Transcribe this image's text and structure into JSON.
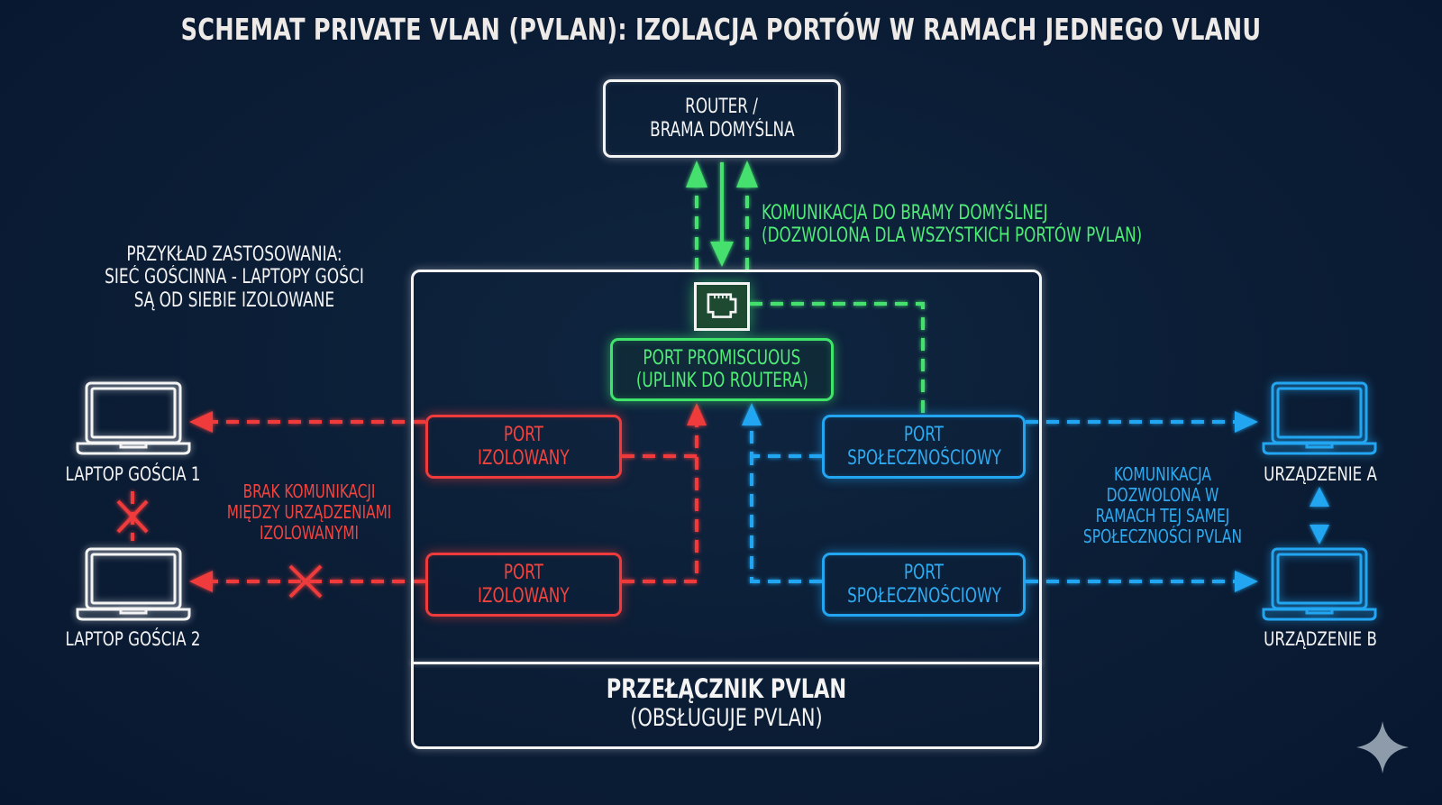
{
  "title": "SCHEMAT PRIVATE VLAN (PVLAN): IZOLACJA PORTÓW W RAMACH JEDNEGO VLANU",
  "router": {
    "line1": "ROUTER /",
    "line2": "BRAMA DOMYŚLNA"
  },
  "gateway_note": {
    "line1": "KOMUNIKACJA DO BRAMY DOMYŚLNEJ",
    "line2": "(DOZWOLONA DLA WSZYSTKICH PORTÓW PVLAN)"
  },
  "use_case": {
    "line1": "PRZYKŁAD ZASTOSOWANIA:",
    "line2": "SIEĆ GOŚCINNA - LAPTOPY GOŚCI",
    "line3": "SĄ OD SIEBIE IZOLOWANE"
  },
  "switch": {
    "name": "PRZEŁĄCZNIK PVLAN",
    "subtitle": "(OBSŁUGUJE PVLAN)",
    "rj45_icon": "ethernet-port-icon",
    "promiscuous": {
      "line1": "PORT PROMISCUOUS",
      "line2": "(UPLINK DO ROUTERA)"
    },
    "isolated_ports": [
      {
        "line1": "PORT",
        "line2": "IZOLOWANY"
      },
      {
        "line1": "PORT",
        "line2": "IZOLOWANY"
      }
    ],
    "community_ports": [
      {
        "line1": "PORT",
        "line2": "SPOŁECZNOŚCIOWY"
      },
      {
        "line1": "PORT",
        "line2": "SPOŁECZNOŚCIOWY"
      }
    ]
  },
  "guest_laptops": [
    {
      "label": "LAPTOP GOŚCIA 1",
      "icon": "laptop-icon"
    },
    {
      "label": "LAPTOP GOŚCIA 2",
      "icon": "laptop-icon"
    }
  ],
  "community_devices": [
    {
      "label": "URZĄDZENIE A",
      "icon": "laptop-icon"
    },
    {
      "label": "URZĄDZENIE B",
      "icon": "laptop-icon"
    }
  ],
  "isolated_note": {
    "line1": "BRAK KOMUNIKACJI",
    "line2": "MIĘDZY URZĄDZENIAMI",
    "line3": "IZOLOWANYMI"
  },
  "community_note": {
    "line1": "KOMUNIKACJA",
    "line2": "DOZWOLONA W",
    "line3": "RAMACH TEJ SAMEJ",
    "line4": "SPOŁECZNOŚCI PVLAN"
  },
  "colors": {
    "background": "#0b1d35",
    "promiscuous": "#3fe56a",
    "isolated": "#ef3b3b",
    "community": "#22a6f2",
    "neutral": "#f4f4f4"
  },
  "watermark_icon": "sparkle-icon"
}
